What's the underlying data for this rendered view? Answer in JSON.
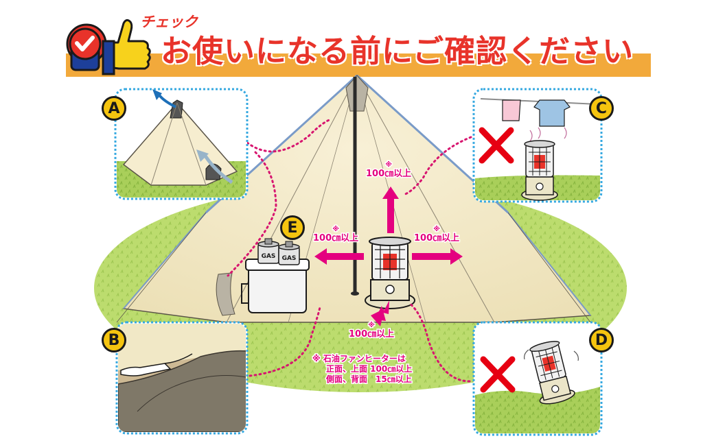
{
  "banner": {
    "check_label": "チェック",
    "title": "お使いになる前にご確認ください"
  },
  "panels": [
    {
      "id": "A",
      "badge": "A",
      "description": "tent vents open"
    },
    {
      "id": "B",
      "badge": "B",
      "description": "tent skirt sealing"
    },
    {
      "id": "C",
      "badge": "C",
      "description": "no drying laundry above heater"
    },
    {
      "id": "D",
      "badge": "D",
      "description": "no uneven ground"
    },
    {
      "id": "E",
      "badge": "E",
      "description": "gas cans away from heater"
    }
  ],
  "clearances": {
    "top": {
      "mark": "※",
      "label": "100㎝以上"
    },
    "left": {
      "mark": "※",
      "label": "100㎝以上"
    },
    "right": {
      "mark": "※",
      "label": "100㎝以上"
    },
    "bottom": {
      "mark": "※",
      "label": "100㎝以上"
    }
  },
  "note": {
    "line1": "※ 石油ファンヒーターは",
    "line2": "正面、上面 100㎝以上",
    "line3": "側面、背面　15㎝以上"
  },
  "gas_can_labels": [
    "GAS",
    "GAS"
  ],
  "colors": {
    "title_red": "#e8332a",
    "banner_orange": "#f2a93b",
    "clearance_magenta": "#e4007f",
    "badge_yellow": "#f5c40f",
    "panel_border_blue": "#35a8e0",
    "ground_green": "#b7d968",
    "tent_cream": "#f6edcf",
    "cross_red": "#e60012"
  },
  "icons": [
    "check-circle-icon",
    "thumbs-up-icon",
    "cross-mark-icon",
    "heater-icon",
    "arrow-icon"
  ]
}
